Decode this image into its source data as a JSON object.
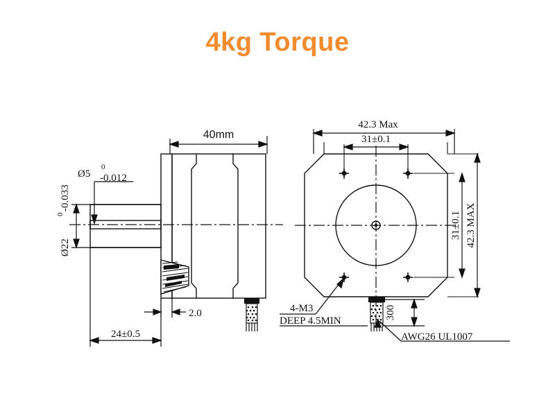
{
  "page": {
    "title": "4kg Torque",
    "title_color": "#f08b2e",
    "background_color": "#ffffff",
    "line_color": "#111111"
  },
  "side_view": {
    "name": "side-view",
    "dimensions": {
      "length_overall": "40mm",
      "shaft_diameter": "Ø5",
      "shaft_tol_upper": "0",
      "shaft_tol_lower": "-0.012",
      "boss_diameter": "Ø22",
      "boss_tol_upper": "0",
      "boss_tol_lower": "-0.033",
      "boss_label_vertical": "Ø22",
      "flange_thickness": "2.0",
      "shaft_length": "24±0.5"
    }
  },
  "front_view": {
    "name": "front-view",
    "dimensions": {
      "width_max": "42.3 Max",
      "bolt_circle_horizontal": "31±0.1",
      "bolt_circle_vertical": "31±0.1",
      "height_max": "42.3 MAX",
      "lead_length": "300"
    },
    "annotations": {
      "mounting_holes_line1": "4-M3",
      "mounting_holes_line2": "DEEP 4.5MIN",
      "wire_spec": "AWG26 UL1007"
    }
  }
}
